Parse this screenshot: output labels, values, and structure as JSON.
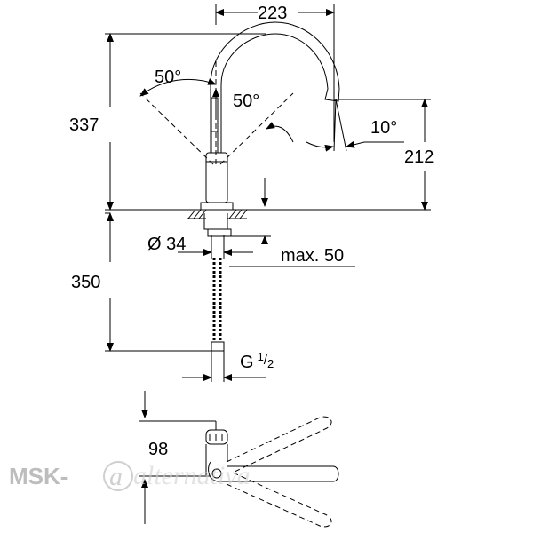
{
  "dimensions": {
    "width_top": "223",
    "height_total": "337",
    "spout_height": "212",
    "angle_handle_left": "50°",
    "angle_handle_right": "50°",
    "angle_spout": "10°",
    "diameter": "Ø 34",
    "max_thickness": "max. 50",
    "hose_length": "350",
    "thread": "G",
    "thread_num": "1",
    "thread_den": "2",
    "plan_depth": "98"
  },
  "watermark": {
    "brand": "MSK-",
    "script": "alternativa"
  }
}
